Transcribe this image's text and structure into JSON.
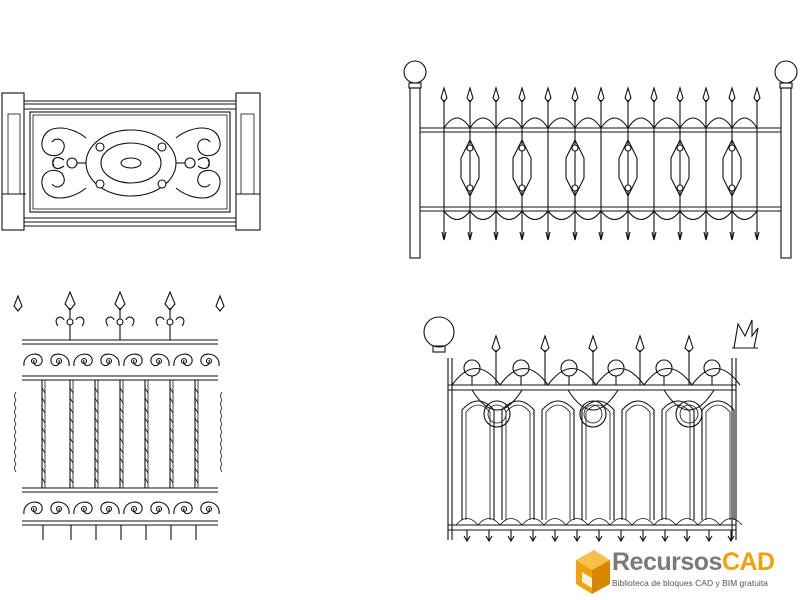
{
  "drawing": {
    "panels": [
      {
        "id": "railing-scroll-panel",
        "description_name": "balustrade with scroll ornament"
      },
      {
        "id": "fence-finial-posts",
        "description_name": "fence with ball-top posts"
      },
      {
        "id": "fence-spear-scrolls",
        "description_name": "spear top fence with scrolls"
      },
      {
        "id": "fence-arched-rings",
        "description_name": "arched fence with rings"
      }
    ],
    "colors": {
      "line": "#111111",
      "background": "#ffffff"
    }
  },
  "brand": {
    "name_part1": "Recursos",
    "name_part2": "CAD",
    "tagline": "Biblioteca de bloques CAD y BIM gratuita",
    "colors": {
      "gray": "#7a7a7a",
      "orange": "#f2a10a"
    }
  }
}
